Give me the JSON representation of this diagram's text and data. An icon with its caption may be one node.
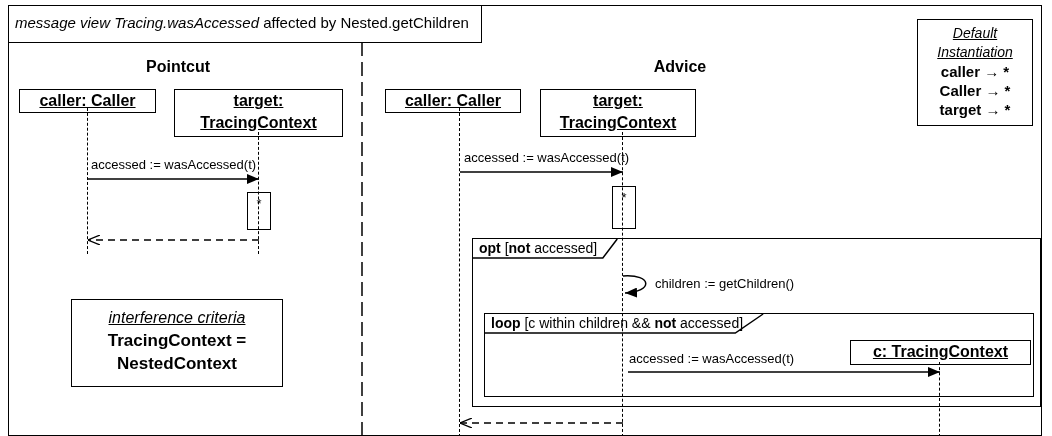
{
  "diagram": {
    "nodes": [
      {
        "text": [
          "*message view Tracing.wasAccessed* affected by Nested.getChildren"
        ]
      },
      {
        "text": [
          "caller: Caller"
        ],
        "in": 0
      },
      {
        "text": [
          "target: TracingContext"
        ],
        "in": 0
      },
      {
        "text": [
          "*"
        ],
        "in": 0
      },
      {
        "text": [
          "interference criteria",
          "TracingContext = NestedContext"
        ],
        "in": 0
      },
      {
        "text": [
          "caller: Caller"
        ],
        "in": 0
      },
      {
        "text": [
          "target: TracingContext"
        ],
        "in": 0
      },
      {
        "text": [
          "*"
        ],
        "in": 0
      },
      {
        "text": [
          "**opt** [**not** accessed]"
        ],
        "in": 0
      },
      {
        "text": [
          "**loop** [c within children && **not** accessed]"
        ],
        "in": 8
      },
      {
        "text": [
          "c: TracingContext"
        ],
        "in": 9
      },
      {
        "text": [
          "Default Instantiation",
          "caller → *",
          "Caller → *",
          "target → *"
        ],
        "in": 0
      },
      {
        "text": [],
        "shape": "bar",
        "in": 0
      },
      {
        "text": [],
        "shape": "bar",
        "in": 0
      },
      {
        "text": [],
        "shape": "bar",
        "in": 0
      },
      {
        "text": [],
        "shape": "bar",
        "in": 0
      },
      {
        "text": [],
        "shape": "bar",
        "in": 0
      }
    ],
    "edges": [
      {
        "from": 12,
        "to": 13,
        "arrow": "to",
        "label": "accessed := wasAccessed(t)"
      },
      {
        "from": 13,
        "to": 12,
        "arrow": "to",
        "style": "dashed"
      },
      {
        "from": 14,
        "to": 15,
        "arrow": "to",
        "label": "accessed := wasAccessed(t)"
      },
      {
        "from": 15,
        "to": 15,
        "arrow": "to",
        "label": "children := getChildren()"
      },
      {
        "from": 15,
        "to": 16,
        "arrow": "to",
        "label": "accessed := wasAccessed(t)"
      },
      {
        "from": 15,
        "to": 14,
        "arrow": "to",
        "style": "dashed"
      }
    ],
    "labels": [
      "Pointcut",
      "Advice"
    ]
  }
}
